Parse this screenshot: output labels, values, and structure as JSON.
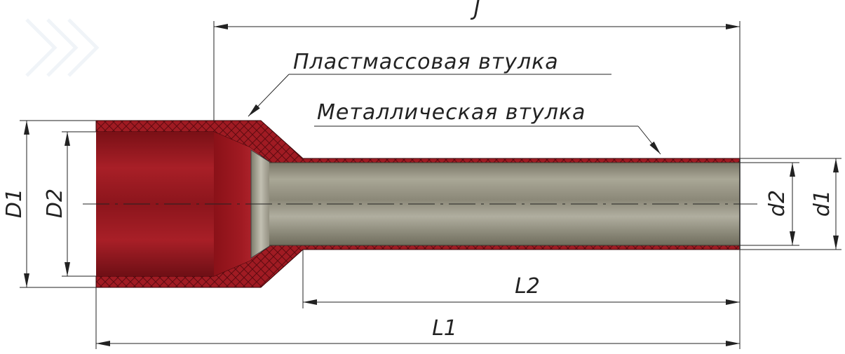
{
  "labels": {
    "plastic_sleeve": "Пластмассовая втулка",
    "metal_sleeve": "Металлическая втулка"
  },
  "dimensions": {
    "J": "J",
    "L1": "L1",
    "L2": "L2",
    "D1": "D1",
    "D2": "D2",
    "d1": "d1",
    "d2": "d2"
  },
  "colors": {
    "plastic": "#9b1c22",
    "plastic_dark": "#6e0f15",
    "metal": "#8d8a7a",
    "metal_light": "#b4b2a4",
    "lines": "#222222"
  }
}
